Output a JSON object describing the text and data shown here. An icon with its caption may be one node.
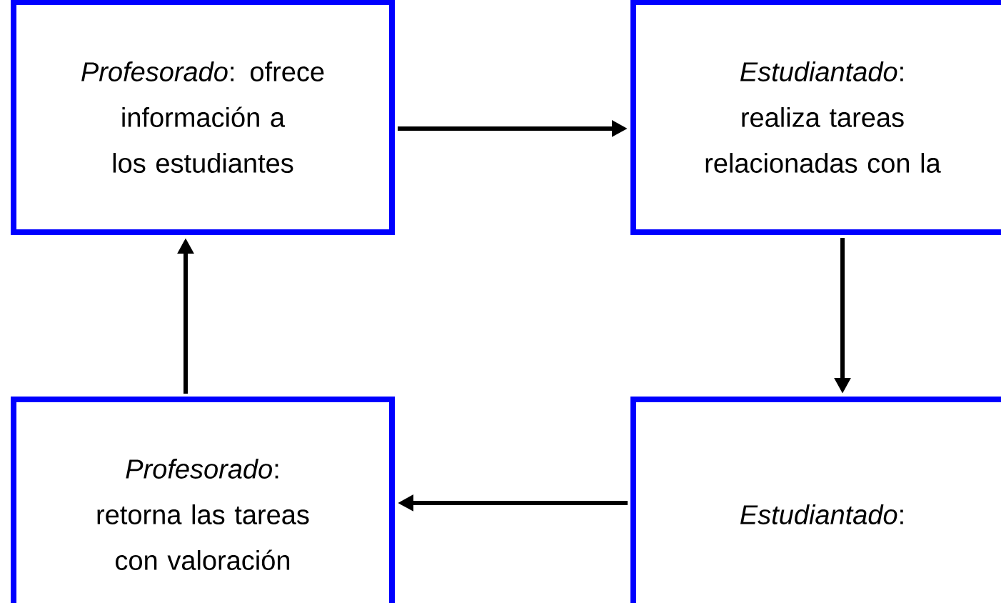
{
  "diagram": {
    "nodes": [
      {
        "text": [
          "*Profesorado*: ofrece información a los estudiantes"
        ]
      },
      {
        "text": [
          "*Estudiantado*: realiza tareas relacionadas con la"
        ]
      },
      {
        "text": [
          "*Profesorado*: retorna las tareas con valoración"
        ]
      },
      {
        "text": [
          "*Estudiantado*:"
        ]
      }
    ],
    "edges": [
      {
        "from": 0,
        "to": 1,
        "arrow": "to"
      },
      {
        "from": 1,
        "to": 3,
        "arrow": "to"
      },
      {
        "from": 3,
        "to": 2,
        "arrow": "to"
      },
      {
        "from": 2,
        "to": 0,
        "arrow": "to"
      }
    ]
  }
}
